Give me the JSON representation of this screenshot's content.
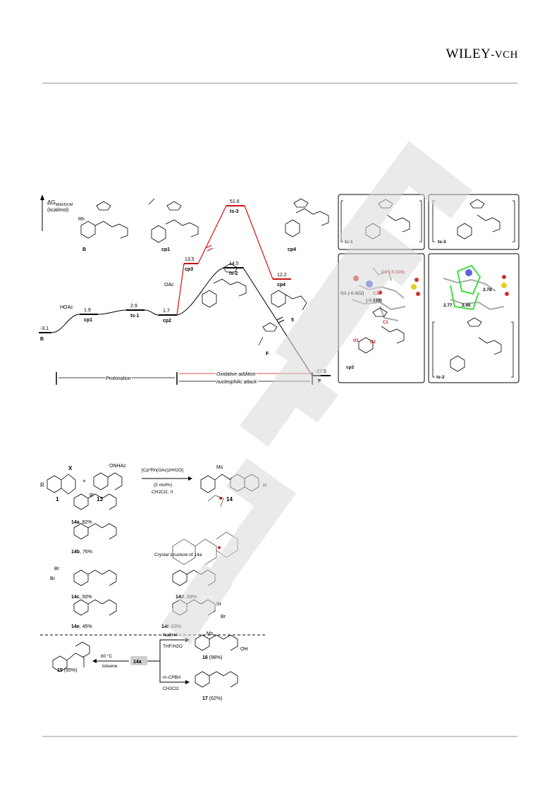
{
  "header": {
    "publisher_main": "WILEY",
    "publisher_suffix": "-VCH"
  },
  "energy_profile": {
    "axis_label": "ΔG",
    "axis_subscript": "M06/DCM",
    "axis_unit": "(kcal/mol)",
    "levels": [
      {
        "label": "B",
        "value": "-3.1"
      },
      {
        "label": "cp1",
        "value": "1.9"
      },
      {
        "label": "ts-1",
        "value": "2.9"
      },
      {
        "label": "cp2",
        "value": "1.7"
      },
      {
        "label": "cp3",
        "value": "13.5"
      },
      {
        "label": "ts-3",
        "value": "51.6"
      },
      {
        "label": "cp4",
        "value": "12.2"
      },
      {
        "label": "ts-2",
        "value": "14.5"
      },
      {
        "label": "F",
        "value": "-27.5"
      }
    ],
    "reagent_hoac": "HOAc",
    "reagent_oac": "OAc",
    "product_5": "5",
    "struct_labels": {
      "B": "B",
      "cp1": "cp1",
      "cp3": "cp3",
      "cp4": "cp4",
      "F": "F"
    },
    "phase_protonation": "Protonation",
    "phase_oxidative": "Oxidative addition",
    "phase_nucleophilic": "nucleophilic attack"
  },
  "ts_panels": {
    "ts1": "ts-1",
    "ts3": "ts-3",
    "ts2": "ts-2",
    "cp2": "cp2",
    "charge_c1": "C1 (-0.339)",
    "charge_o1": "O1 (-0.422)",
    "label_c2": "C2",
    "charge_c2": "(-0.039)",
    "dist_a": "2.78",
    "dist_b": "2.77",
    "dist_c": "2.40",
    "cp2_c1": "C1",
    "cp2_c2": "C2",
    "cp2_o1": "O1"
  },
  "scheme": {
    "cmpd1": "1",
    "cmpd13": "13",
    "cmpd14": "14",
    "x_label": "X",
    "r_label": "R",
    "r_prime": "R'",
    "onhac": "ONHAc",
    "ms": "Ms",
    "catalyst": "[Cp*Rh(OAc)2•H2O]",
    "loading": "(5 mol%)",
    "solvent": "CH2Cl2, rt",
    "crystal_caption": "Crystal structure of 14a",
    "products": [
      {
        "id": "14a",
        "yield": ", 82%"
      },
      {
        "id": "14b",
        "yield": ", 76%"
      },
      {
        "id": "14c",
        "yield": ", 50%"
      },
      {
        "id": "14d",
        "yield": ", 68%"
      },
      {
        "id": "14e",
        "yield": ", 45%"
      },
      {
        "id": "14f",
        "yield": ", 63%"
      }
    ],
    "br": "Br",
    "deriv": {
      "cmpd15": "15",
      "yield15": " (95%)",
      "cond15_temp": "80 °C",
      "cond15_solv": "toluene",
      "center": "14a",
      "reagent16": "NaBH4",
      "solv16": "THF/H2O",
      "cmpd16": "16",
      "yield16": " (98%)",
      "oh": "OH",
      "reagent17": "m-CPBA",
      "solv17": "CH2Cl2",
      "cmpd17": "17",
      "yield17": " (62%)"
    }
  }
}
